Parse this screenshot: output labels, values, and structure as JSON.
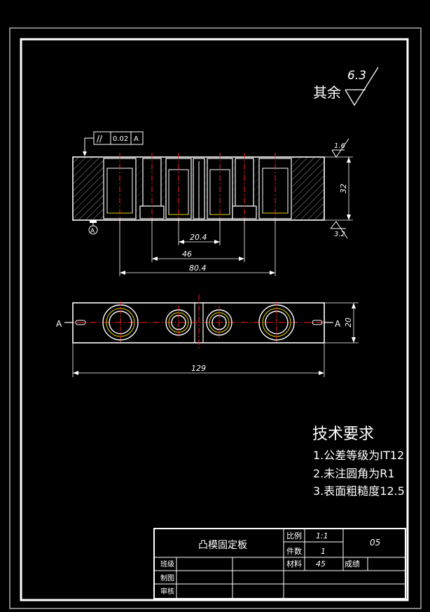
{
  "drawing": {
    "roughness": {
      "rest_label": "其余",
      "rest_value": "6.3",
      "top_value": "1.6",
      "bottom_value": "3.2"
    },
    "tolerance": {
      "symbol": "//",
      "value": "0.02",
      "datum": "A"
    },
    "datum_marker": "A",
    "section_labels": {
      "left": "A",
      "right": "A"
    },
    "dimensions": {
      "d_20_4": "20.4",
      "d_46": "46",
      "d_80_4": "80.4",
      "d_129": "129",
      "d_32": "32",
      "d_20": "20"
    },
    "tech_requirements": {
      "title": "技术要求",
      "items": [
        "1.公差等级为IT12",
        "2.未注圆角为R1",
        "3.表面粗糙度12.5"
      ]
    }
  },
  "title_block": {
    "part_name": "凸模固定板",
    "scale_label": "比例",
    "scale_value": "1:1",
    "quantity_label": "件数",
    "quantity_value": "1",
    "drawing_number": "05",
    "class_label": "班级",
    "material_label": "材料",
    "material_value": "45",
    "grade_label": "成绩",
    "drawn_label": "制图",
    "checked_label": "审核"
  },
  "colors": {
    "line": "#ffffff",
    "centerline": "#ff2020",
    "hatch": "#9a9a9a",
    "highlight": "#e6d400",
    "background": "#000000"
  }
}
